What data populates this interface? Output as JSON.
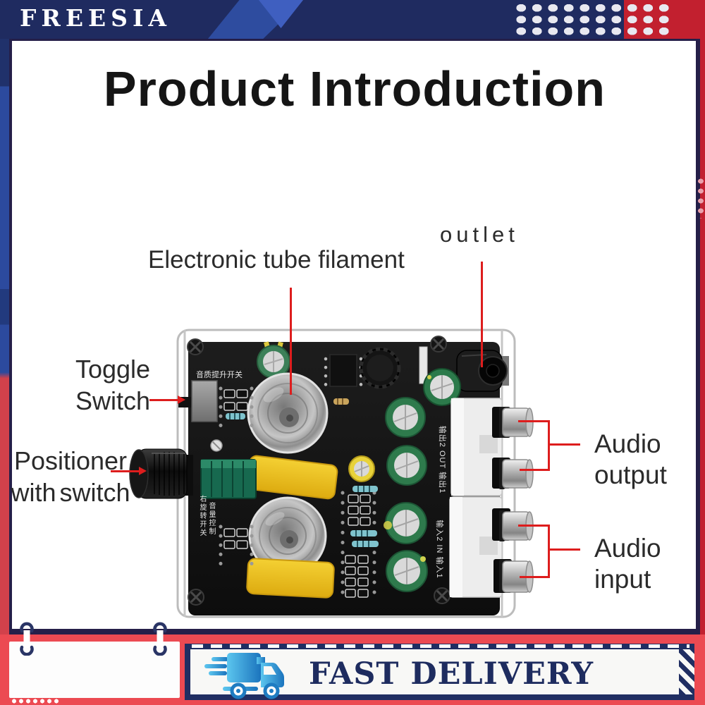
{
  "brand": "FREESIA",
  "title": "Product Introduction",
  "labels": {
    "outlet": "outlet",
    "filament": "Electronic tube filament",
    "toggle_line1": "Toggle",
    "toggle_line2": "Switch",
    "positioner_line1": "Positioner",
    "positioner_line2": "with switch",
    "audio_out_line1": "Audio",
    "audio_out_line2": "output",
    "audio_in_line1": "Audio",
    "audio_in_line2": "input"
  },
  "silkscreen": {
    "quality_switch": "音质提升开关",
    "rotate_switch": "右旋转开关",
    "volume_control": "音量控制",
    "output_jacks": "输出2 OUT 输出1",
    "input_jacks": "输入2 IN 输入1"
  },
  "footer": {
    "delivery": "FAST DELIVERY"
  },
  "icons": {
    "truck": "delivery-truck-icon",
    "rings": "binder-ring-icon",
    "dots": "decorative-dot-grid"
  },
  "colors": {
    "navy": "#1f2b60",
    "border_navy": "#251f49",
    "crimson": "#c2202f",
    "coral": "#ec4a52",
    "royal_blue": "#2c4a9e",
    "annotation_red": "#dd1d1d",
    "truck_blue_light": "#5cc6ef",
    "truck_blue_dark": "#1b74bd"
  }
}
